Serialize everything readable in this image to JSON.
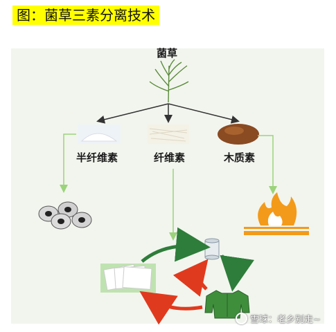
{
  "title": "图：菌草三素分离技术",
  "labels": {
    "root": "菌草",
    "hemicellulose": "半纤维素",
    "cellulose": "纤维素",
    "lignin": "木质素"
  },
  "watermark": "雪球：老乡别走~",
  "colors": {
    "title_bg": "#ffff00",
    "panel_bg": "#f2f5ee",
    "tree_line": "#333333",
    "branch_line": "#9bd37a",
    "cycle_green": "#2e7d3a",
    "cycle_red": "#e03a1e",
    "fire": "#f39a1a"
  },
  "icons": {
    "root": "grass-plant-icon",
    "hemicellulose": "white-powder-icon",
    "cellulose": "white-fiber-icon",
    "lignin": "brown-powder-icon",
    "hemi_product": "film-rolls-icon",
    "lignin_product": "flame-icon",
    "cycle": [
      "yarn-spool-icon",
      "green-shirt-icon",
      "paper-sheets-icon"
    ]
  }
}
